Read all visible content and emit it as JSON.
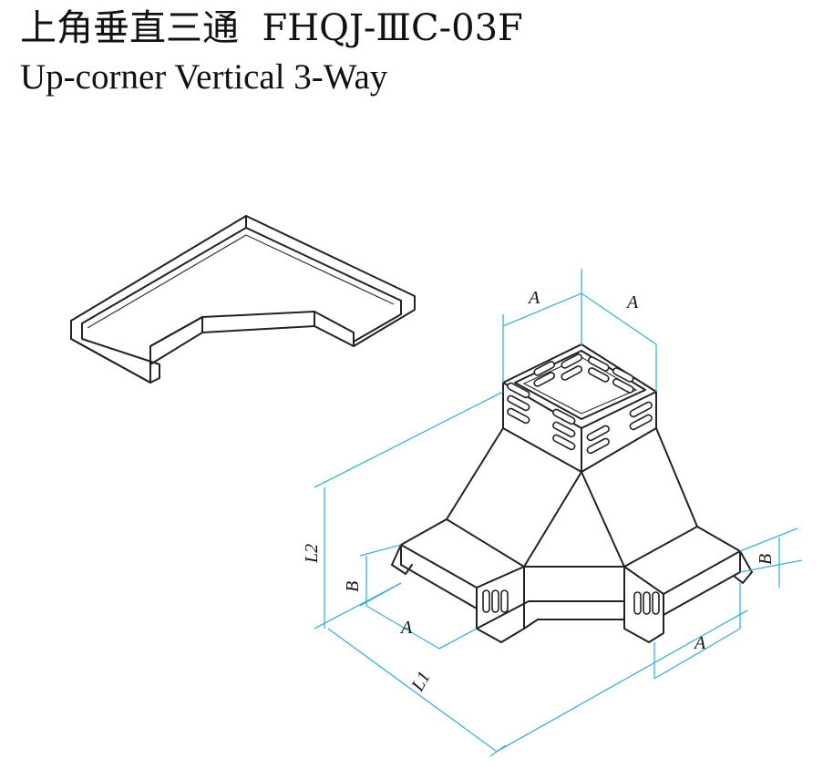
{
  "title": {
    "chinese": "上角垂直三通",
    "model": "FHQJ-ⅢC-03F",
    "english": "Up-corner Vertical 3-Way"
  },
  "dimension_labels": {
    "a_top_left": "A",
    "a_top_right": "A",
    "a_left_arm": "A",
    "a_right_arm": "A",
    "b_left": "B",
    "b_right": "B",
    "l1": "L1",
    "l2": "L2"
  },
  "colors": {
    "line": "#222222",
    "dimension": "#3bb3d6",
    "text": "#111111"
  }
}
